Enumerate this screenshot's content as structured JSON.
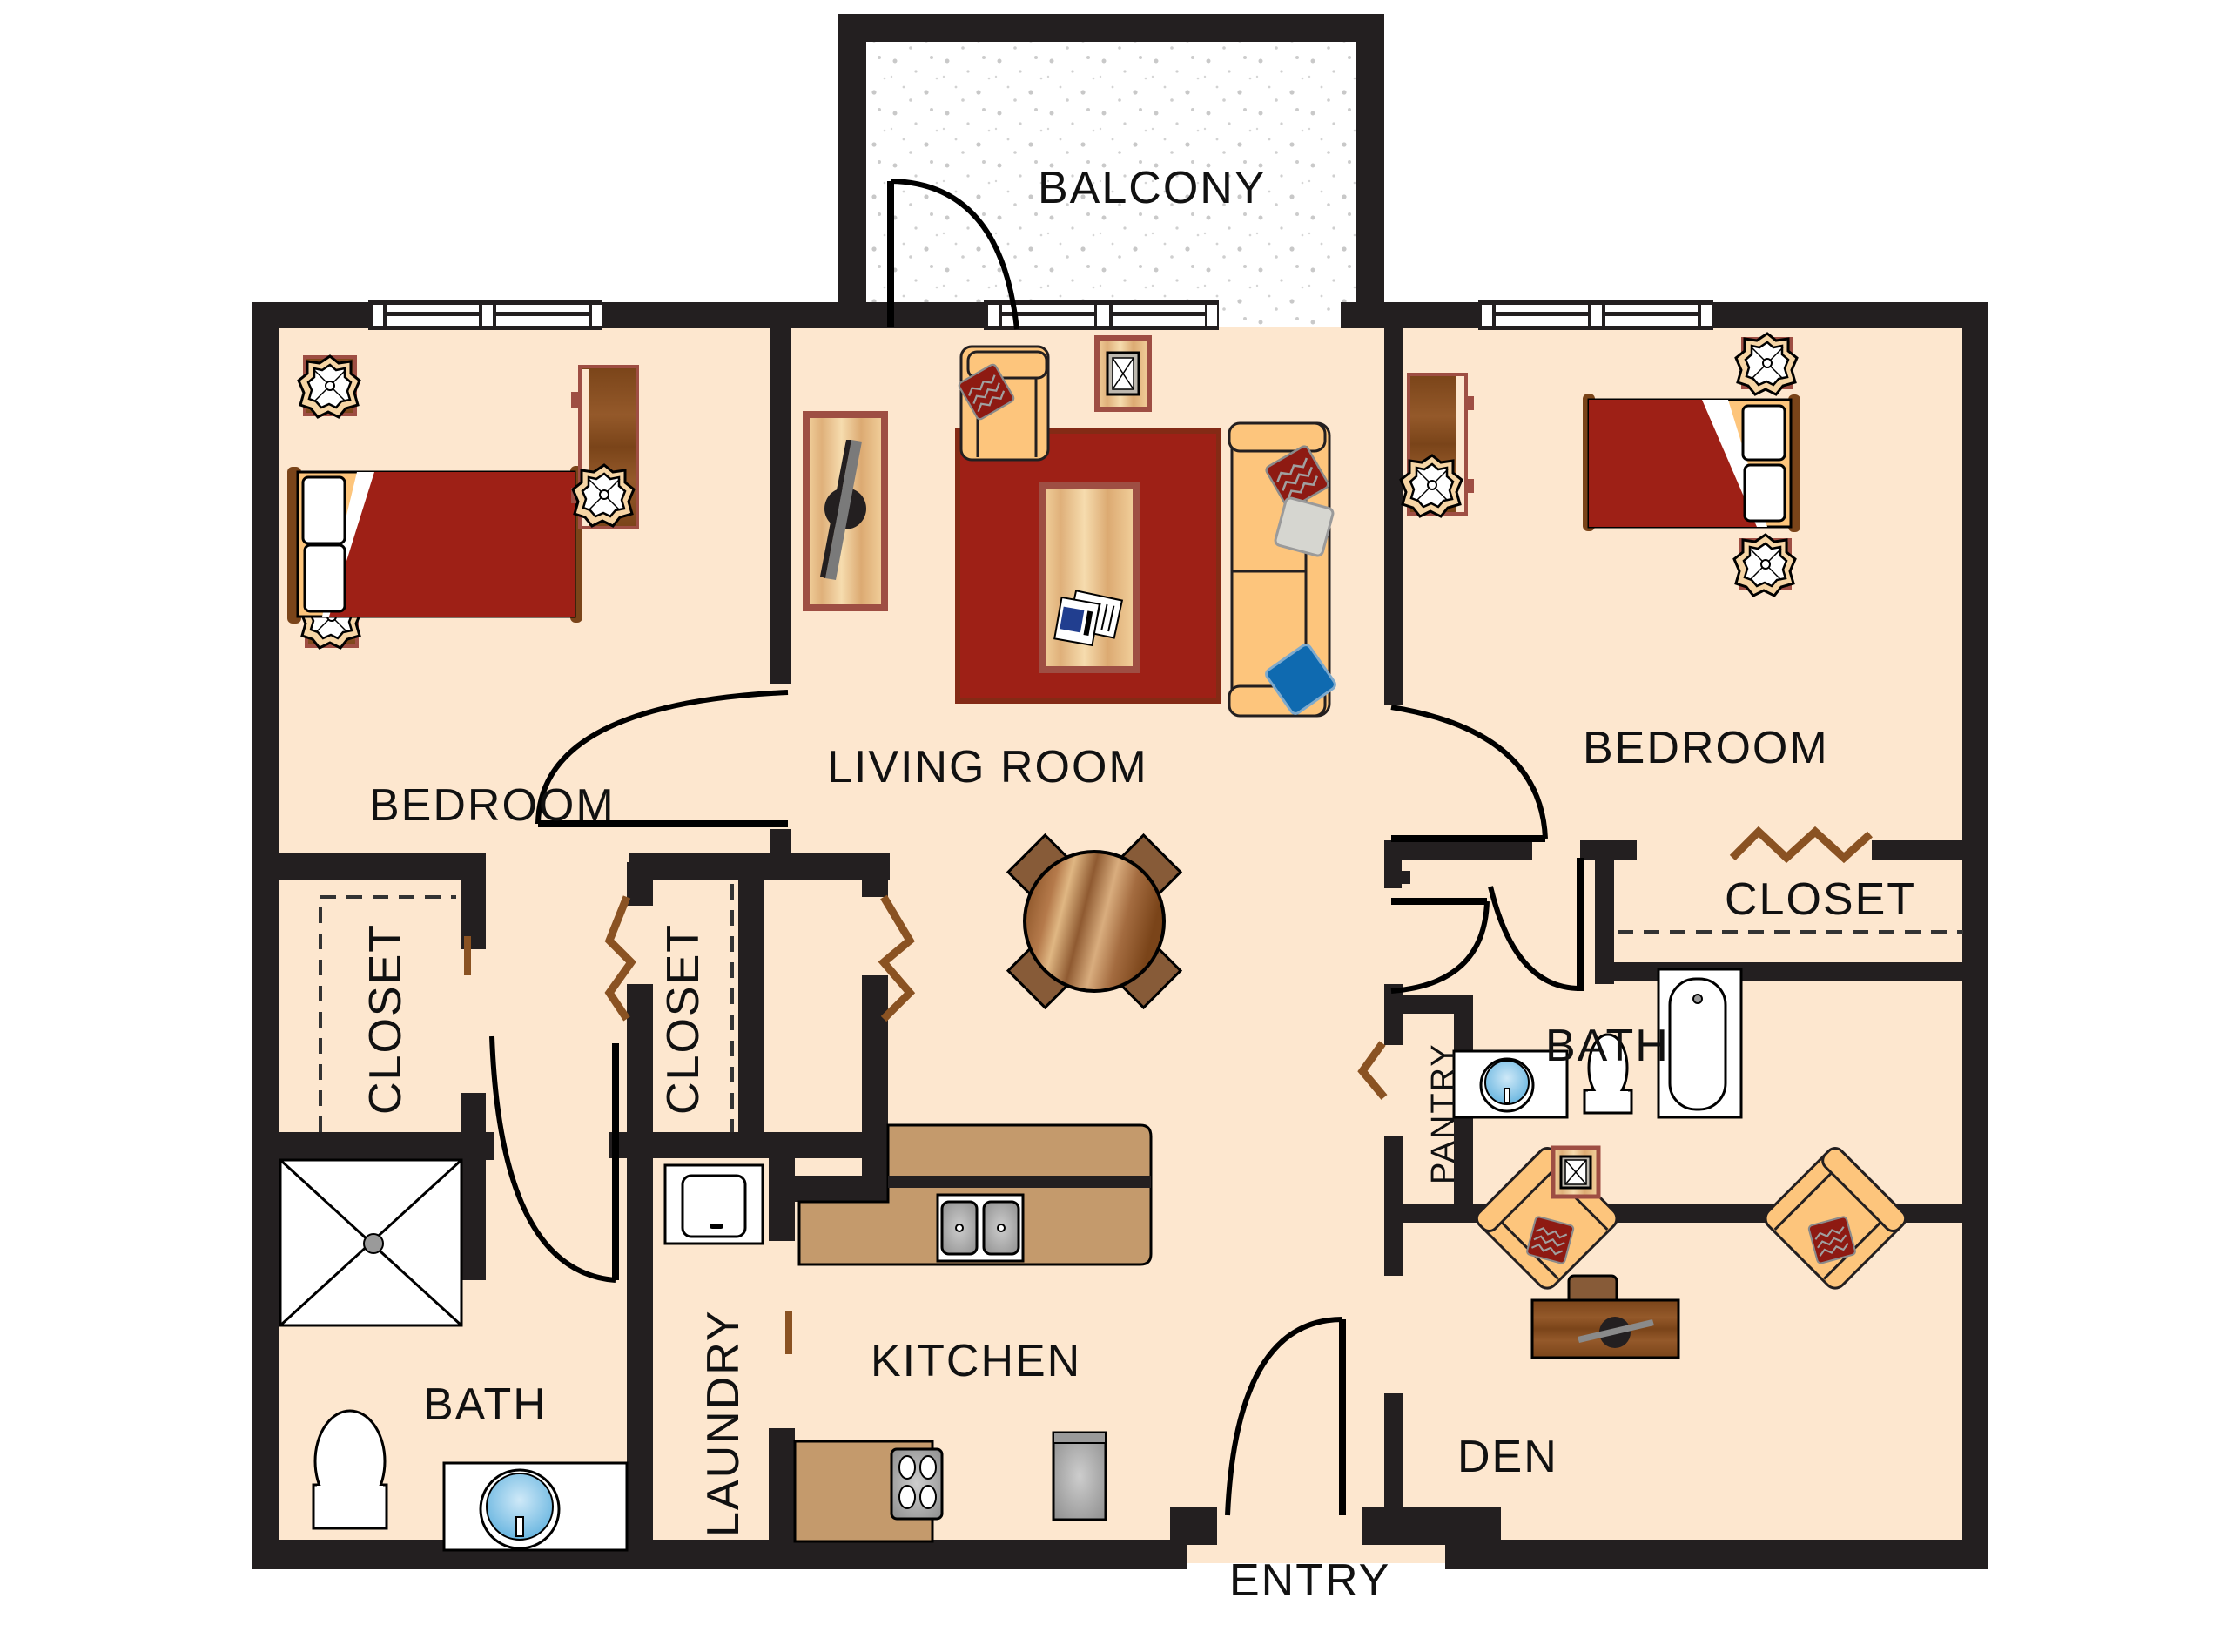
{
  "plan": {
    "rooms": {
      "balcony": "BALCONY",
      "living_room": "LIVING ROOM",
      "bedroom_left": "BEDROOM",
      "bedroom_right": "BEDROOM",
      "closet_bedroom_right": "CLOSET",
      "closet_left": "CLOSET",
      "closet_hall": "CLOSET",
      "bath_left": "BATH",
      "bath_right": "BATH",
      "pantry": "PANTRY",
      "laundry": "LAUNDRY",
      "kitchen": "KITCHEN",
      "den": "DEN",
      "entry": "ENTRY"
    },
    "colors": {
      "wall": "#231f20",
      "floor": "#fde7cf",
      "bedspread": "#9e2016",
      "rug": "#9e2016",
      "wood": "#8a5222",
      "sofa": "#fdc57c",
      "counter": "#c49a6c",
      "pillow_red": "#8e1a12",
      "pillow_blue": "#0f6ab0",
      "sink_blue": "#7fc4e8",
      "appliance_gray": "#9a9a9a"
    },
    "icons": [
      "bed-icon",
      "nightstand-lamp-icon",
      "dresser-icon",
      "tv-icon",
      "armchair-icon",
      "sofa-icon",
      "coffee-table-icon",
      "rug-icon",
      "end-table-icon",
      "dining-table-icon",
      "shower-icon",
      "toilet-icon",
      "sink-icon",
      "bathtub-icon",
      "washer-dryer-icon",
      "double-sink-icon",
      "stove-icon",
      "refrigerator-icon",
      "desk-icon",
      "door-swing-icon",
      "bifold-door-icon",
      "window-icon"
    ]
  }
}
